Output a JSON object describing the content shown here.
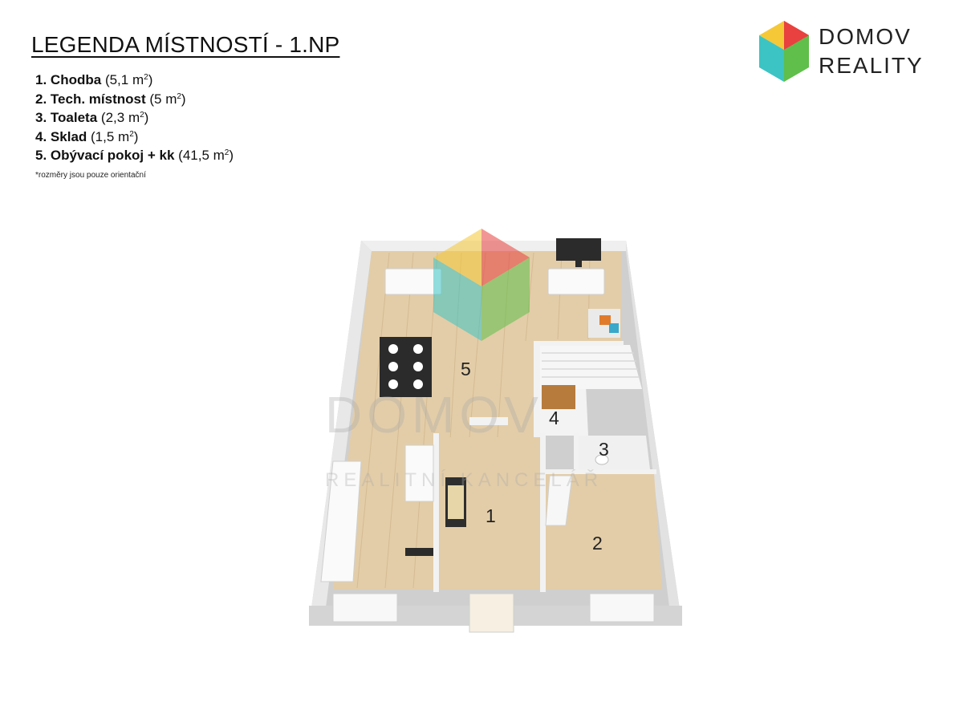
{
  "legend": {
    "title": "LEGENDA MÍSTNOSTÍ - 1.NP",
    "rooms": [
      {
        "number": "1.",
        "name": "Chodba",
        "area": "(5,1 m",
        "sup": "2",
        "close": ")"
      },
      {
        "number": "2.",
        "name": "Tech. místnost",
        "area": "(5 m",
        "sup": "2",
        "close": ")"
      },
      {
        "number": "3.",
        "name": "Toaleta",
        "area": "(2,3 m",
        "sup": "2",
        "close": ")"
      },
      {
        "number": "4.",
        "name": "Sklad",
        "area": "(1,5 m",
        "sup": "2",
        "close": ")"
      },
      {
        "number": "5.",
        "name": "Obývací pokoj + kk",
        "area": "(41,5 m",
        "sup": "2",
        "close": ")"
      }
    ],
    "note": "*rozměry jsou pouze orientační"
  },
  "logo": {
    "line1": "DOMOV",
    "line2": "REALITY",
    "colors": {
      "top": "#f5c838",
      "right": "#e8413f",
      "left": "#3cc4c4",
      "bottom": "#5fbf4a"
    }
  },
  "plan": {
    "room_labels": [
      "1",
      "2",
      "3",
      "4",
      "5"
    ],
    "watermark_line1": "DOMOV",
    "watermark_line2": "REALITNÍ KANCELÁŘ",
    "colors": {
      "floor": "#e3cda8",
      "wall": "#d7d7d7",
      "wall_top": "#f2f2f2",
      "furniture": "#fafafa",
      "dark": "#2b2b2b",
      "accent_orange": "#e07b2c",
      "accent_blue": "#3aa8c9"
    }
  }
}
